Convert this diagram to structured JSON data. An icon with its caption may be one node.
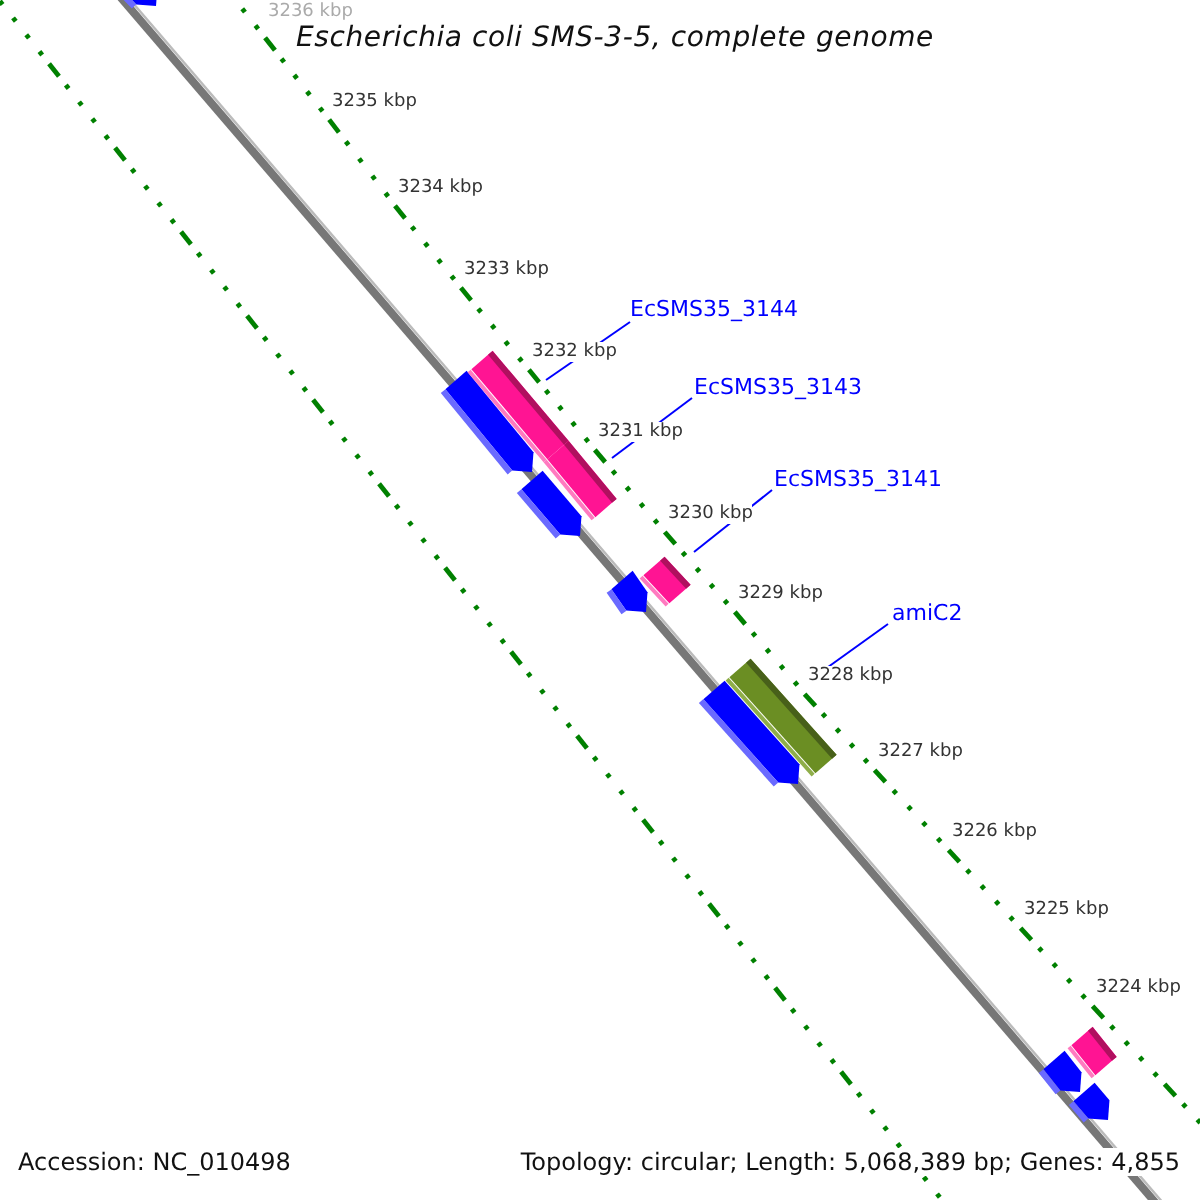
{
  "diagram": {
    "title": "Escherichia coli SMS-3-5, complete genome",
    "nodes": [
      {
        "text": [
          "EcSMS35_3144"
        ]
      },
      {
        "text": [],
        "shape": "bar"
      },
      {
        "text": [
          "EcSMS35_3143"
        ]
      },
      {
        "text": [],
        "shape": "bar"
      },
      {
        "text": [
          "EcSMS35_3141"
        ]
      },
      {
        "text": [],
        "shape": "bar"
      },
      {
        "text": [
          "amiC2"
        ]
      },
      {
        "text": [],
        "shape": "bar"
      },
      {
        "text": [],
        "shape": "bar"
      }
    ],
    "edges": [
      {
        "from": 0,
        "to": 1,
        "arrow": "none"
      },
      {
        "from": 2,
        "to": 3,
        "arrow": "none"
      },
      {
        "from": 4,
        "to": 5,
        "arrow": "none"
      },
      {
        "from": 6,
        "to": 7,
        "arrow": "none"
      }
    ],
    "labels": [
      "3236 kbp",
      "3235 kbp",
      "3234 kbp",
      "3233 kbp",
      "3232 kbp",
      "3231 kbp",
      "3230 kbp",
      "3229 kbp",
      "3228 kbp",
      "3227 kbp",
      "3226 kbp",
      "3225 kbp",
      "3224 kbp",
      "Accession: NC_010498",
      "Topology: circular; Length: 5,068,389 bp; Genes: 4,855"
    ]
  }
}
